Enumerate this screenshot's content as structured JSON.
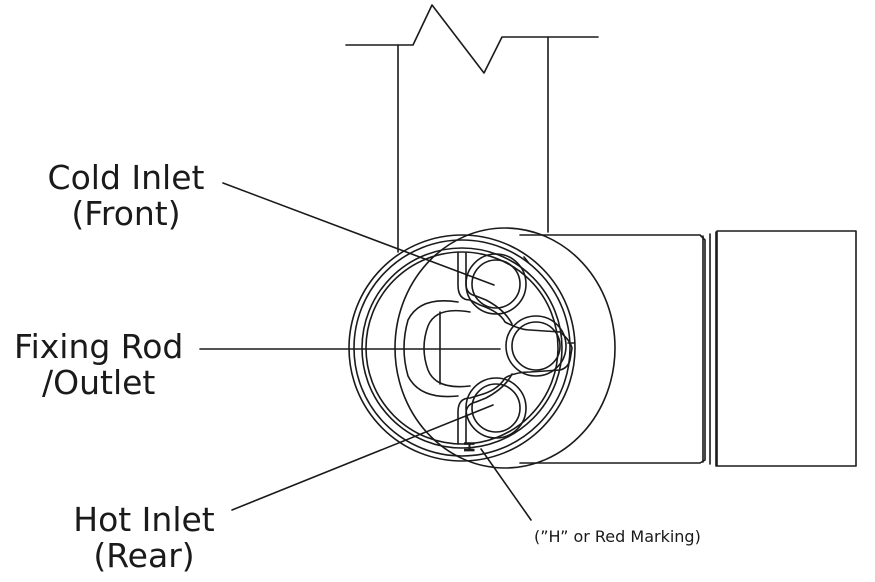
{
  "labels": {
    "cold_inlet_line1": "Cold Inlet",
    "cold_inlet_line2": "(Front)",
    "fixing_rod_line1": "Fixing Rod",
    "fixing_rod_line2": "/Outlet",
    "hot_inlet_line1": "Hot Inlet",
    "hot_inlet_line2": "(Rear)",
    "hot_marking_note": "(”H” or Red Marking)",
    "hot_marker_letter": "H"
  },
  "colors": {
    "line": "#1a1a1a",
    "background": "#ffffff"
  }
}
